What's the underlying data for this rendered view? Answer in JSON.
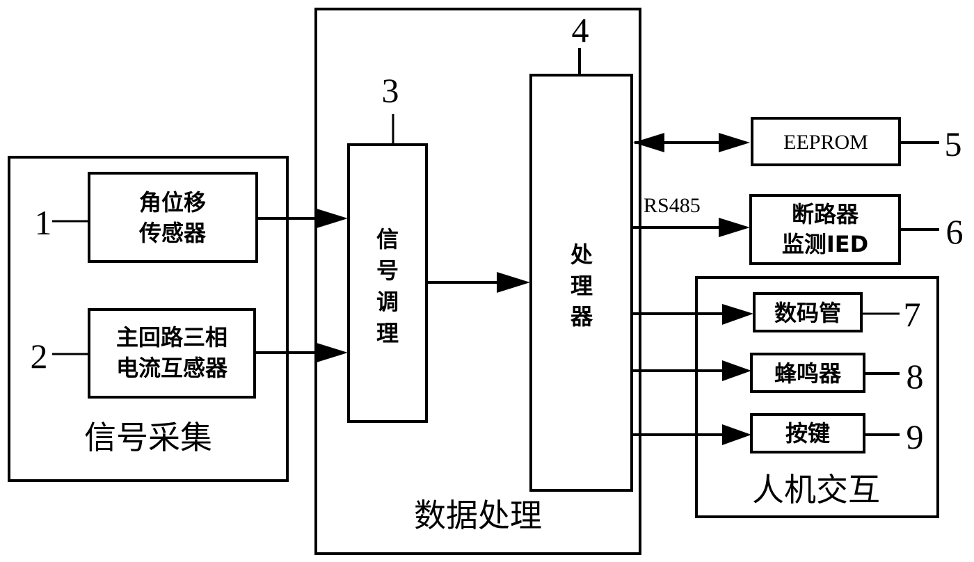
{
  "diagram": {
    "groups": {
      "signal_acquisition": "信号采集",
      "data_processing": "数据处理",
      "hmi": "人机交互"
    },
    "blocks": {
      "angle_sensor": {
        "number": "1",
        "lines": [
          "角位移",
          "传感器"
        ]
      },
      "current_transformer": {
        "number": "2",
        "lines": [
          "主回路三相",
          "电流互感器"
        ]
      },
      "signal_conditioning": {
        "number": "3",
        "chars": [
          "信",
          "号",
          "调",
          "理"
        ]
      },
      "processor": {
        "number": "4",
        "chars": [
          "处",
          "理",
          "器"
        ]
      },
      "eeprom": {
        "number": "5",
        "label": "EEPROM"
      },
      "breaker_ied": {
        "number": "6",
        "lines": [
          "断路器",
          "监测IED"
        ]
      },
      "digital_tube": {
        "number": "7",
        "label": "数码管"
      },
      "buzzer": {
        "number": "8",
        "label": "蜂鸣器"
      },
      "keys": {
        "number": "9",
        "label": "按键"
      }
    },
    "connections": {
      "rs485_label": "RS485"
    }
  }
}
